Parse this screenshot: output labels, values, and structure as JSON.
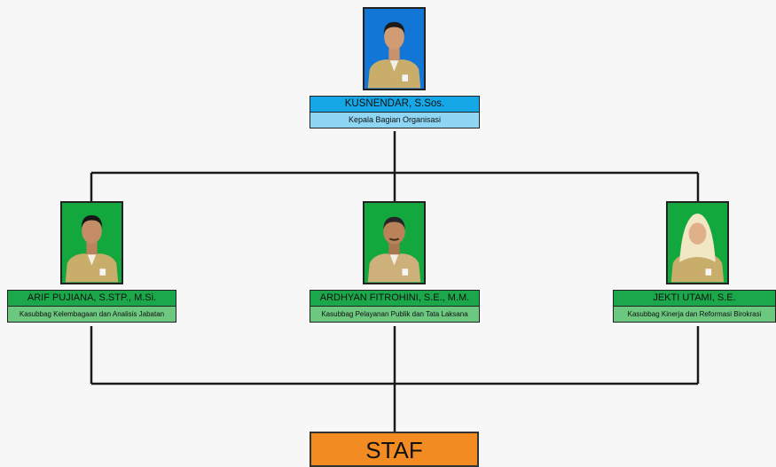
{
  "head": {
    "name": "KUSNENDAR, S.Sos.",
    "title": "Kepala Bagian Organisasi",
    "photo_icon": "portrait-photo-icon",
    "photo_bg": "#1176d6"
  },
  "subordinates": [
    {
      "name": "ARIF PUJIANA, S.STP., M.Si.",
      "title": "Kasubbag Kelembagaan dan Analisis Jabatan",
      "photo_icon": "portrait-photo-icon"
    },
    {
      "name": "ARDHYAN FITROHINI, S.E., M.M.",
      "title": "Kasubbag Pelayanan Publik dan Tata Laksana",
      "photo_icon": "portrait-photo-icon"
    },
    {
      "name": "JEKTI UTAMI, S.E.",
      "title": "Kasubbag Kinerja dan Reformasi Birokrasi",
      "photo_icon": "portrait-photo-icon"
    }
  ],
  "staff": {
    "label": "STAF"
  },
  "colors": {
    "head_name_bg": "#16a8e6",
    "head_title_bg": "#8fd6f5",
    "sub_name_bg": "#1aa84a",
    "sub_title_bg": "#6cc77f",
    "staff_bg": "#f28b22",
    "photo_green": "#13a83e"
  }
}
